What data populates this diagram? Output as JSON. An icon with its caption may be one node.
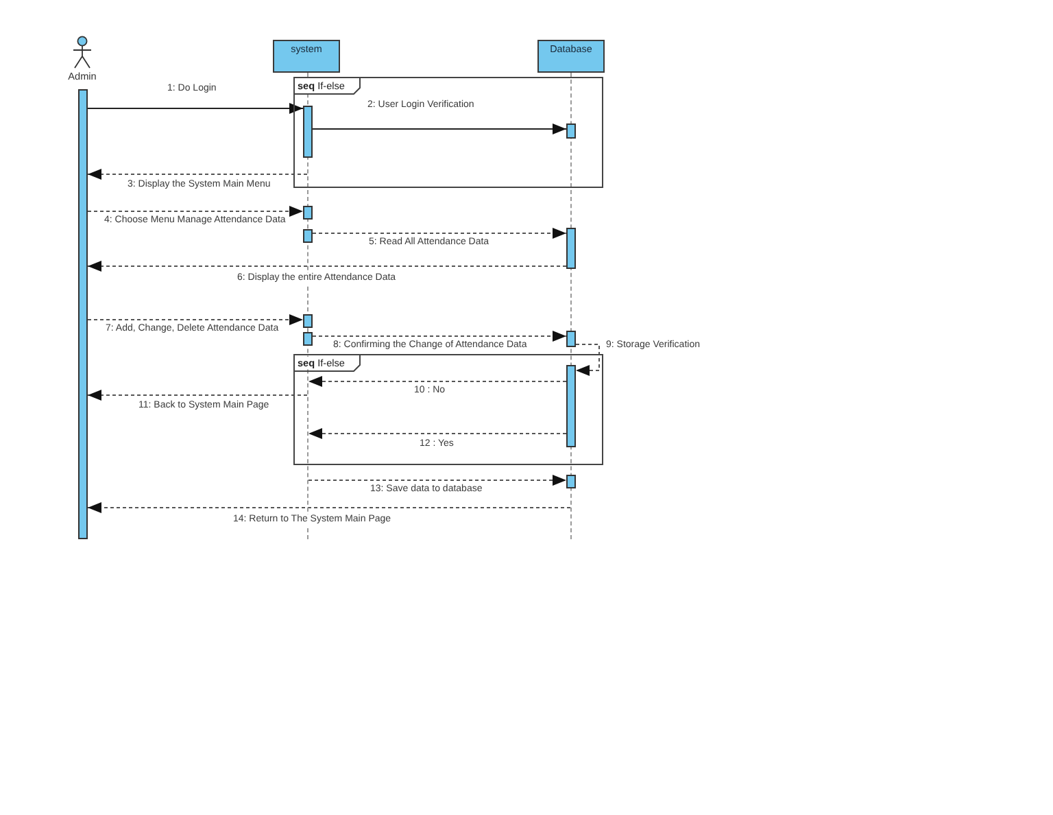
{
  "diagram": {
    "nodes": [
      {
        "text": [
          "Admin"
        ]
      },
      {
        "text": [
          "system"
        ]
      },
      {
        "text": [
          "Database"
        ]
      },
      {
        "text": [],
        "shape": "bar"
      },
      {
        "text": [],
        "shape": "line"
      },
      {
        "text": [],
        "shape": "line"
      },
      {
        "text": [
          "**seq** If-else"
        ]
      },
      {
        "text": [],
        "shape": "bar",
        "in": 6
      },
      {
        "text": [],
        "shape": "bar",
        "in": 6
      },
      {
        "text": [],
        "shape": "bar"
      },
      {
        "text": [],
        "shape": "bar"
      },
      {
        "text": [],
        "shape": "bar"
      },
      {
        "text": [],
        "shape": "bar"
      },
      {
        "text": [],
        "shape": "bar"
      },
      {
        "text": [],
        "shape": "bar"
      },
      {
        "text": [
          "**seq** If-else"
        ]
      },
      {
        "text": [],
        "shape": "bar",
        "in": 15
      },
      {
        "text": [],
        "shape": "bar"
      }
    ],
    "edges": [
      {
        "from": 3,
        "to": 7,
        "arrow": "to",
        "label": "1: Do Login"
      },
      {
        "from": 7,
        "to": 8,
        "arrow": "to",
        "label": "2: User Login Verification"
      },
      {
        "from": 4,
        "to": 3,
        "arrow": "to",
        "label": "3: Display the System Main Menu",
        "style": "dashed"
      },
      {
        "from": 3,
        "to": 9,
        "arrow": "to",
        "label": "4: Choose Menu Manage Attendance Data",
        "style": "dashed"
      },
      {
        "from": 10,
        "to": 11,
        "arrow": "to",
        "label": "5: Read All Attendance Data",
        "style": "dashed"
      },
      {
        "from": 11,
        "to": 3,
        "arrow": "to",
        "label": "6: Display the entire Attendance Data",
        "style": "dashed"
      },
      {
        "from": 3,
        "to": 12,
        "arrow": "to",
        "label": "7: Add, Change, Delete Attendance Data",
        "style": "dashed"
      },
      {
        "from": 13,
        "to": 14,
        "arrow": "to",
        "label": "8: Confirming the Change of Attendance Data",
        "style": "dashed"
      },
      {
        "from": 14,
        "to": 16,
        "arrow": "to",
        "label": "9: Storage Verification",
        "style": "dashed"
      },
      {
        "from": 16,
        "to": 4,
        "arrow": "to",
        "label": "10 : No",
        "style": "dashed"
      },
      {
        "from": 4,
        "to": 3,
        "arrow": "to",
        "label": "11: Back to System Main Page",
        "style": "dashed"
      },
      {
        "from": 16,
        "to": 4,
        "arrow": "to",
        "label": "12 : Yes",
        "style": "dashed"
      },
      {
        "from": 4,
        "to": 17,
        "arrow": "to",
        "label": "13: Save data to database",
        "style": "dashed"
      },
      {
        "from": 5,
        "to": 3,
        "arrow": "to",
        "label": "14: Return to The System Main Page",
        "style": "dashed"
      }
    ]
  }
}
